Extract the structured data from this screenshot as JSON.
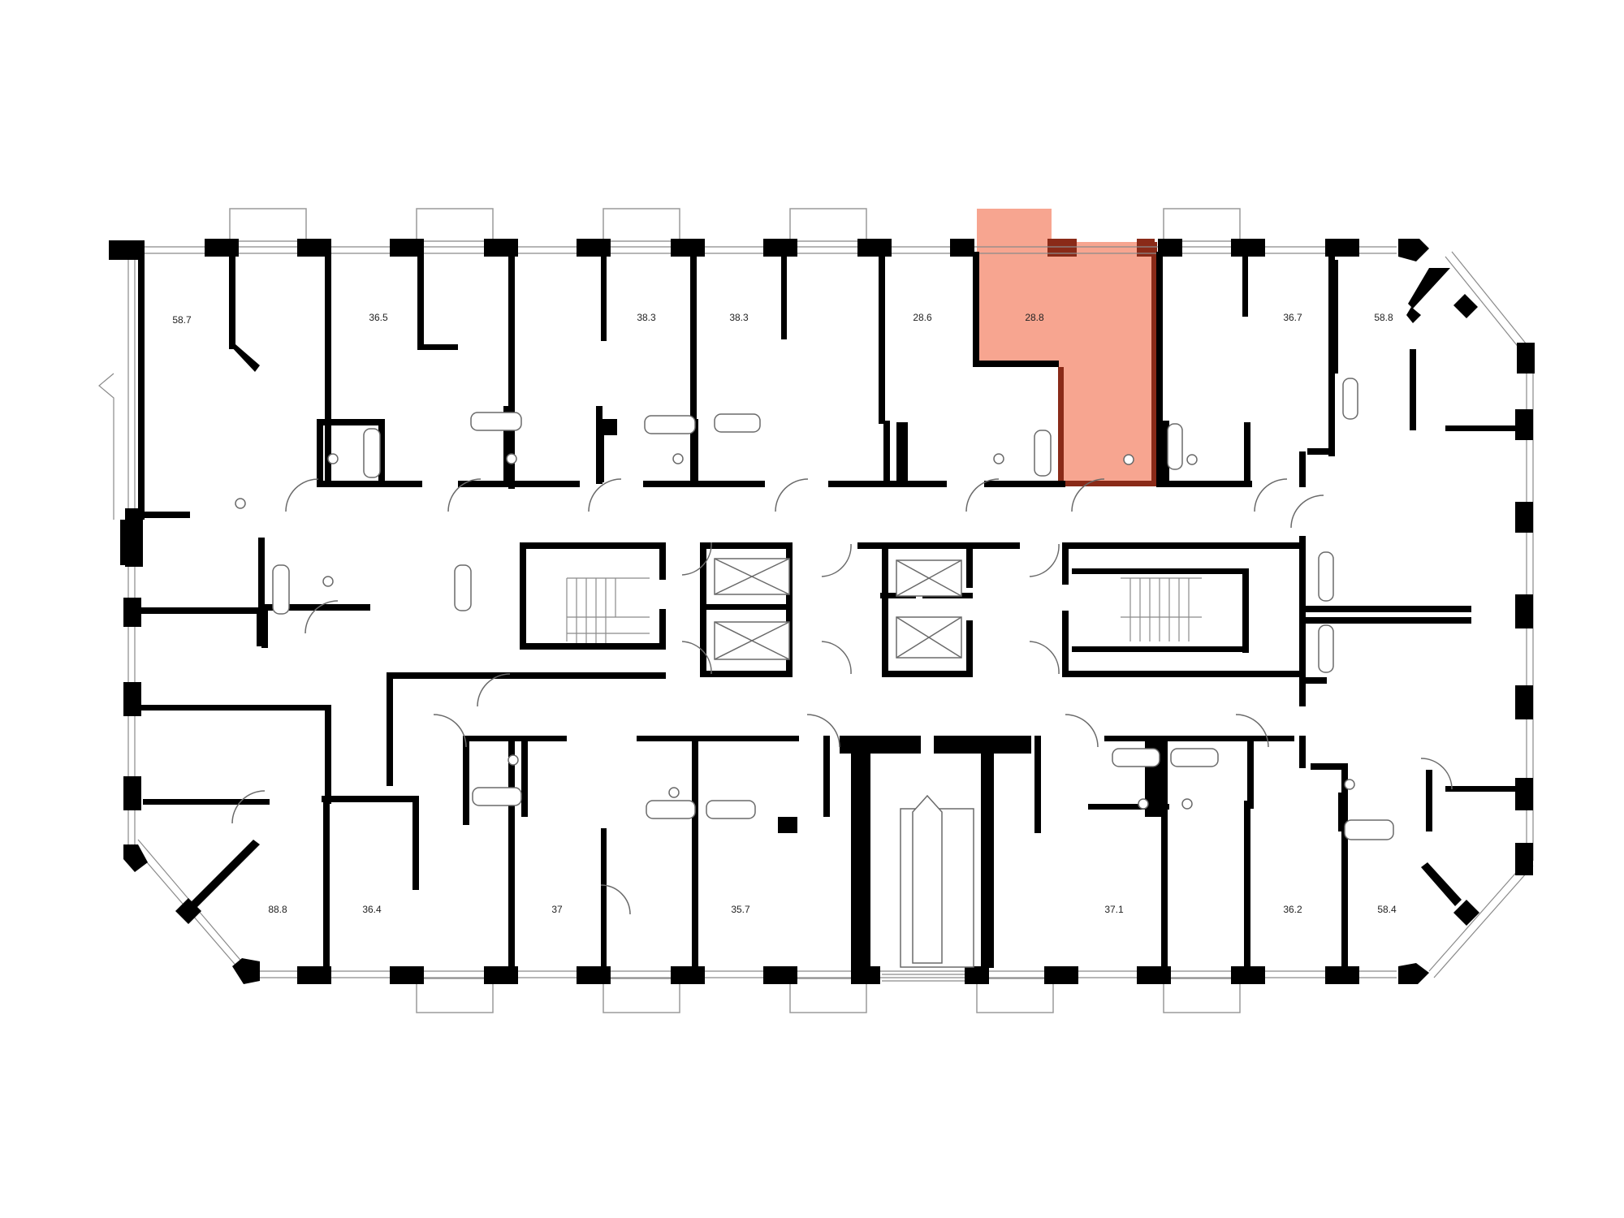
{
  "colors": {
    "highlight": "#f7a590",
    "highlight_wall": "#8a2a18",
    "wall": "#000000",
    "background": "#ffffff"
  },
  "units": {
    "top": [
      {
        "id": "unit-1",
        "area": "58.7"
      },
      {
        "id": "unit-2",
        "area": "36.5"
      },
      {
        "id": "unit-3",
        "area": "38.3"
      },
      {
        "id": "unit-4",
        "area": "38.3"
      },
      {
        "id": "unit-5",
        "area": "28.6"
      },
      {
        "id": "unit-6",
        "area": "28.8",
        "selected": true
      },
      {
        "id": "unit-7",
        "area": "36.7"
      },
      {
        "id": "unit-8",
        "area": "58.8"
      }
    ],
    "bottom": [
      {
        "id": "unit-9",
        "area": "88.8"
      },
      {
        "id": "unit-10",
        "area": "36.4"
      },
      {
        "id": "unit-11",
        "area": "37"
      },
      {
        "id": "unit-12",
        "area": "35.7"
      },
      {
        "id": "unit-13",
        "area": "37.1"
      },
      {
        "id": "unit-14",
        "area": "36.2"
      },
      {
        "id": "unit-15",
        "area": "58.4"
      }
    ]
  }
}
